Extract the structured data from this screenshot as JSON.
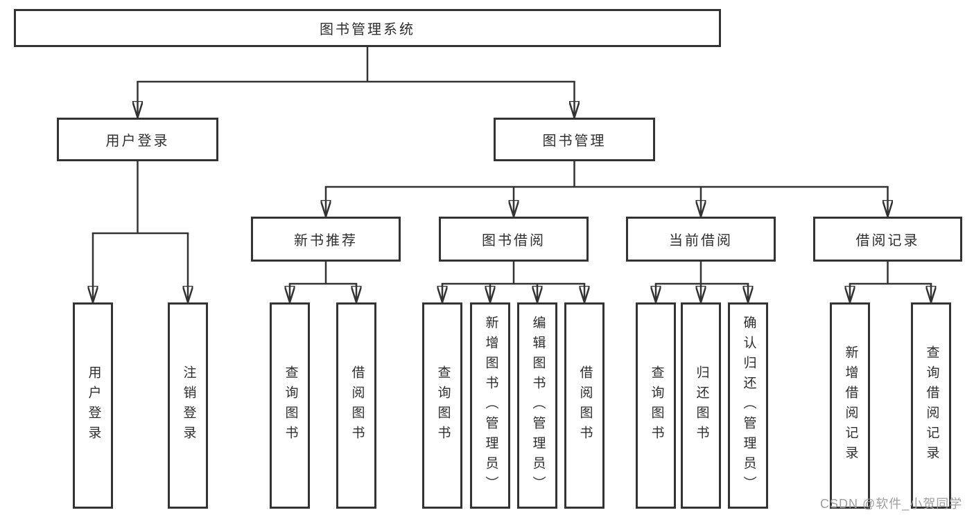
{
  "diagram_type": "hierarchy-tree",
  "tree": {
    "label": "图书管理系统",
    "children": [
      {
        "label": "用户登录",
        "children": [
          {
            "label": "用户登录"
          },
          {
            "label": "注销登录"
          }
        ]
      },
      {
        "label": "图书管理",
        "children": [
          {
            "label": "新书推荐",
            "children": [
              {
                "label": "查询图书"
              },
              {
                "label": "借阅图书"
              }
            ]
          },
          {
            "label": "图书借阅",
            "children": [
              {
                "label": "查询图书"
              },
              {
                "label": "新增图书（管理员）"
              },
              {
                "label": "编辑图书（管理员）"
              },
              {
                "label": "借阅图书"
              }
            ]
          },
          {
            "label": "当前借阅",
            "children": [
              {
                "label": "查询图书"
              },
              {
                "label": "归还图书"
              },
              {
                "label": "确认归还（管理员）"
              }
            ]
          },
          {
            "label": "借阅记录",
            "children": [
              {
                "label": "新增借阅记录"
              },
              {
                "label": "查询借阅记录"
              }
            ]
          }
        ]
      }
    ]
  },
  "watermark": {
    "text": "CSDN @软件_小贺同学"
  },
  "colors": {
    "background": "#ffffff",
    "line": "#333333",
    "box_border": "#333333",
    "box_fill": "#ffffff",
    "text": "#2e2e2e",
    "watermark": "#9e9e9e"
  }
}
